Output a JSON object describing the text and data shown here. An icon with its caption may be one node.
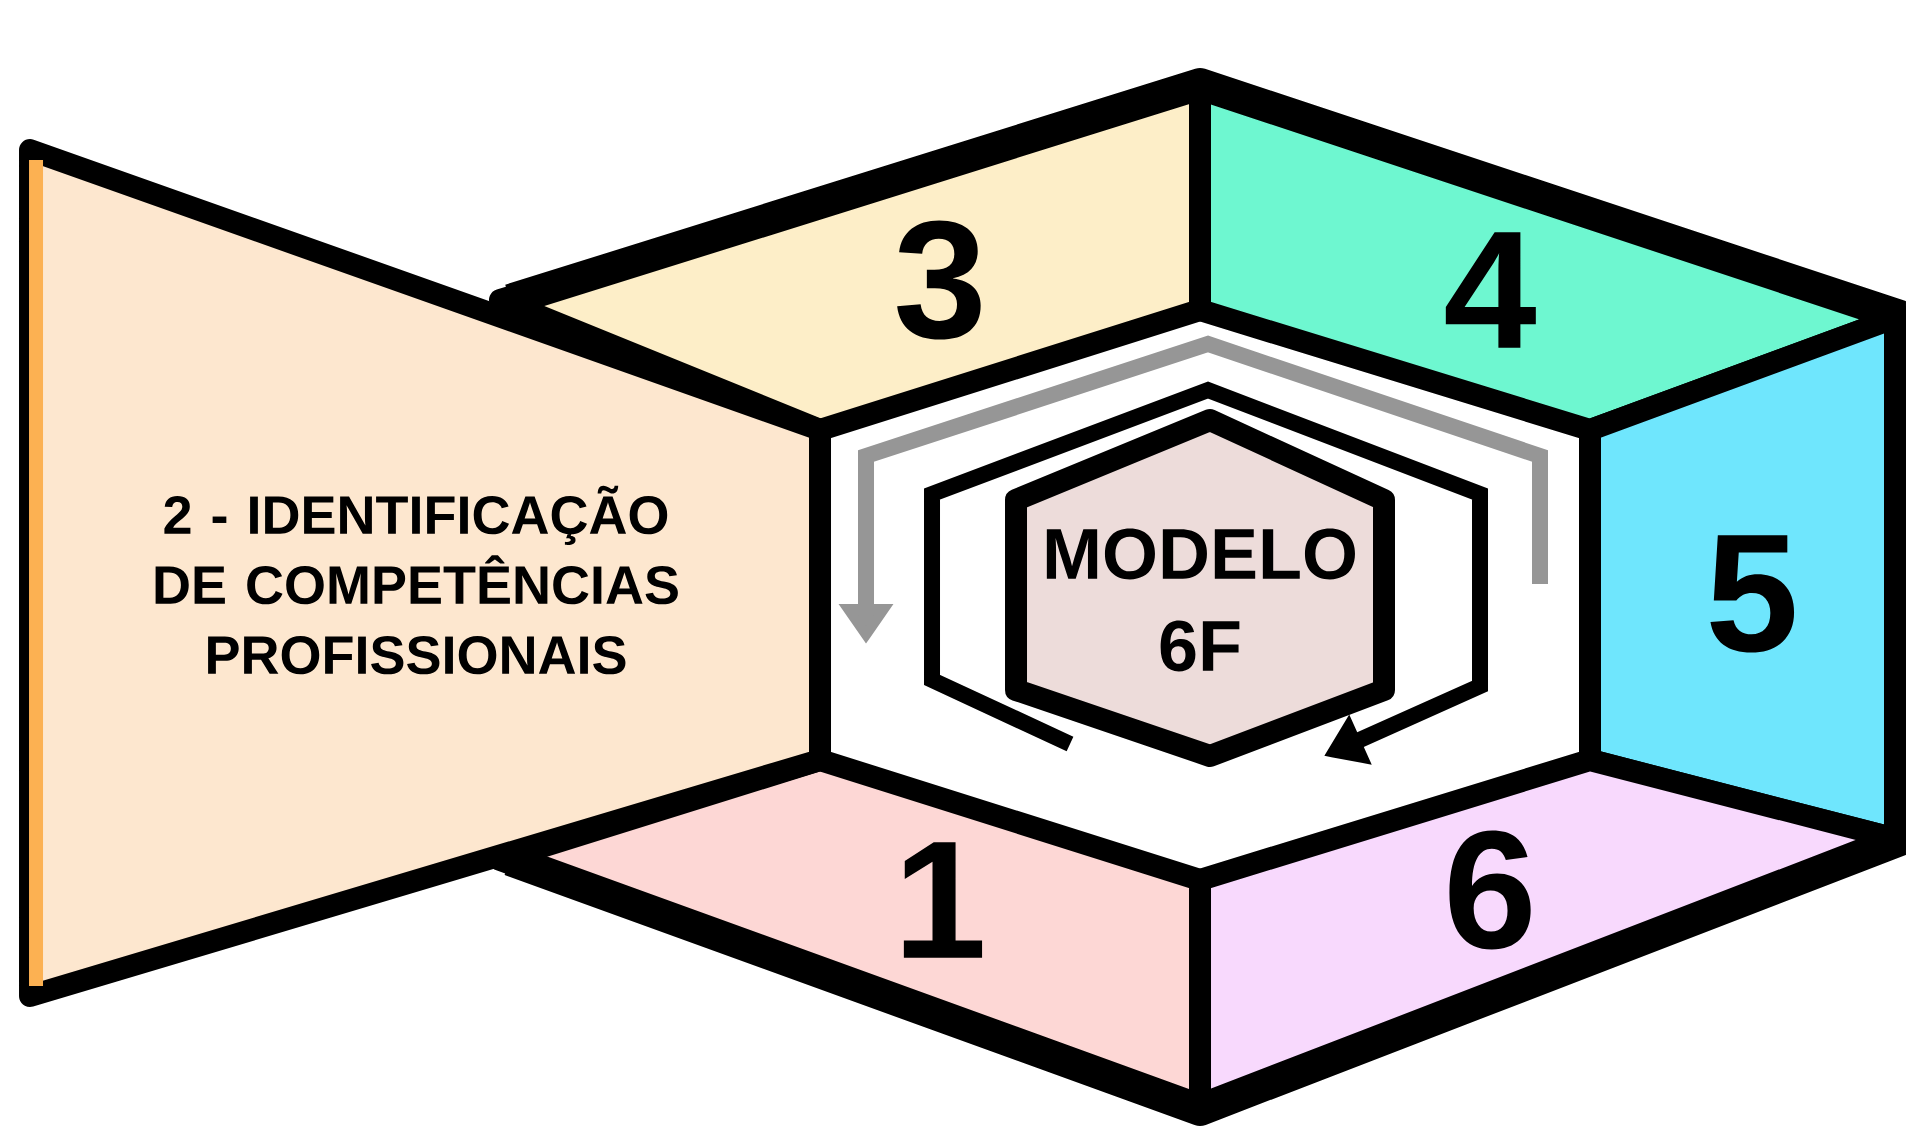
{
  "diagram": {
    "nodes": [
      {
        "text": [
          "1"
        ]
      },
      {
        "text": [
          "2 - IDENTIFICAÇÃO DE COMPETÊNCIAS PROFISSIONAIS"
        ]
      },
      {
        "text": [
          "3"
        ]
      },
      {
        "text": [
          "4"
        ]
      },
      {
        "text": [
          "5"
        ]
      },
      {
        "text": [
          "6"
        ]
      },
      {
        "text": [
          "MODELO 6F"
        ]
      }
    ]
  }
}
